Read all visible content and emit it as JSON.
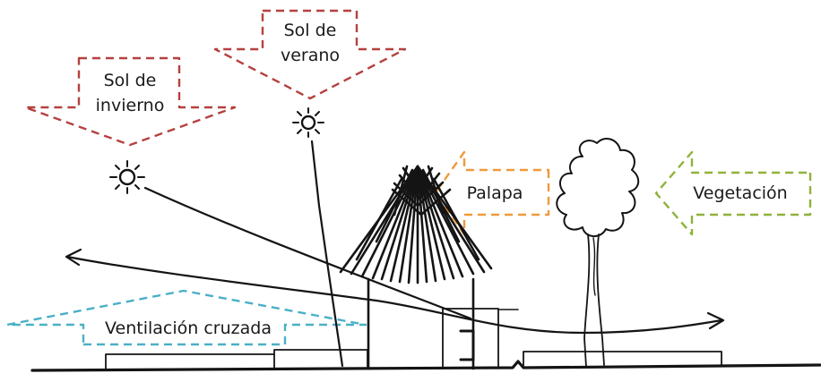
{
  "labels": {
    "summer_sun": [
      "Sol de",
      "verano"
    ],
    "winter_sun": [
      "Sol de",
      "invierno"
    ],
    "palapa": "Palapa",
    "vegetation": "Vegetación",
    "ventilation": "Ventilación cruzada"
  },
  "colors": {
    "sun_arrows": "#b5413f",
    "palapa_arrow": "#f0993a",
    "vegetation_arrow": "#8fb23a",
    "ventilation_arrow": "#4ab0c6",
    "sketch": "#141414",
    "text": "#1a1a1a"
  },
  "icons": {
    "sun": "sun-icon",
    "tree": "tree-icon",
    "roof": "thatched-roof-icon"
  }
}
